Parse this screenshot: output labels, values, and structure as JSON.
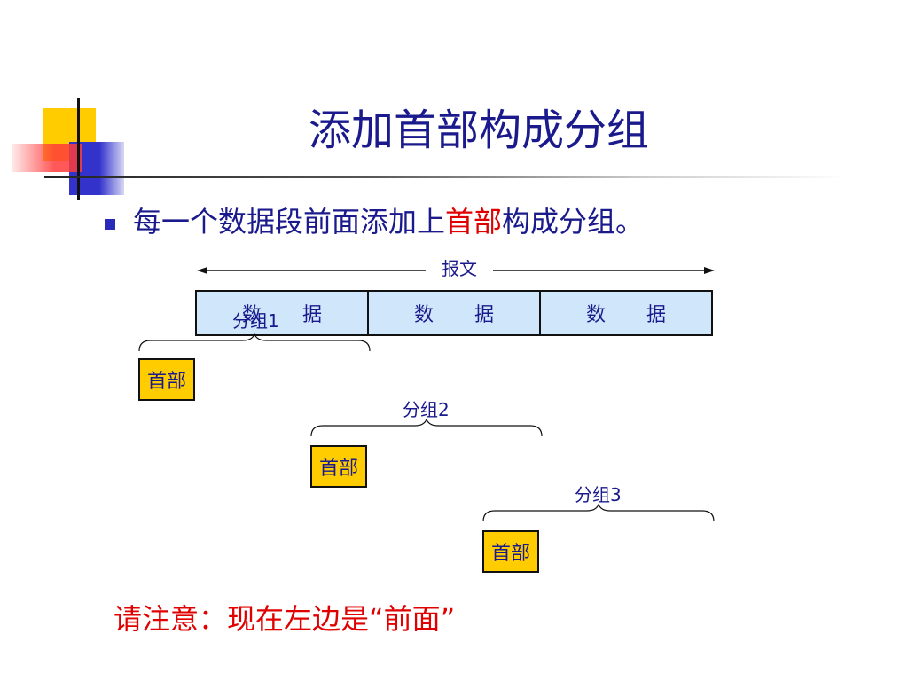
{
  "slide": {
    "title": "添加首部构成分组",
    "bullet": {
      "prefix": "每一个数据段前面添加上",
      "highlight": "首部",
      "suffix": "构成分组。"
    },
    "message_label": "报文",
    "data_cells": [
      {
        "left": "数",
        "right": "据"
      },
      {
        "left": "数",
        "right": "据"
      },
      {
        "left": "数",
        "right": "据"
      }
    ],
    "groups": [
      {
        "label": "分组1",
        "header": "首部"
      },
      {
        "label": "分组2",
        "header": "首部"
      },
      {
        "label": "分组3",
        "header": "首部"
      }
    ],
    "note": "请注意：现在左边是“前面”",
    "colors": {
      "title": "#1a1a8c",
      "highlight": "#e00000",
      "data_fill": "#cfe6fb",
      "header_fill": "#ffcc00"
    }
  }
}
